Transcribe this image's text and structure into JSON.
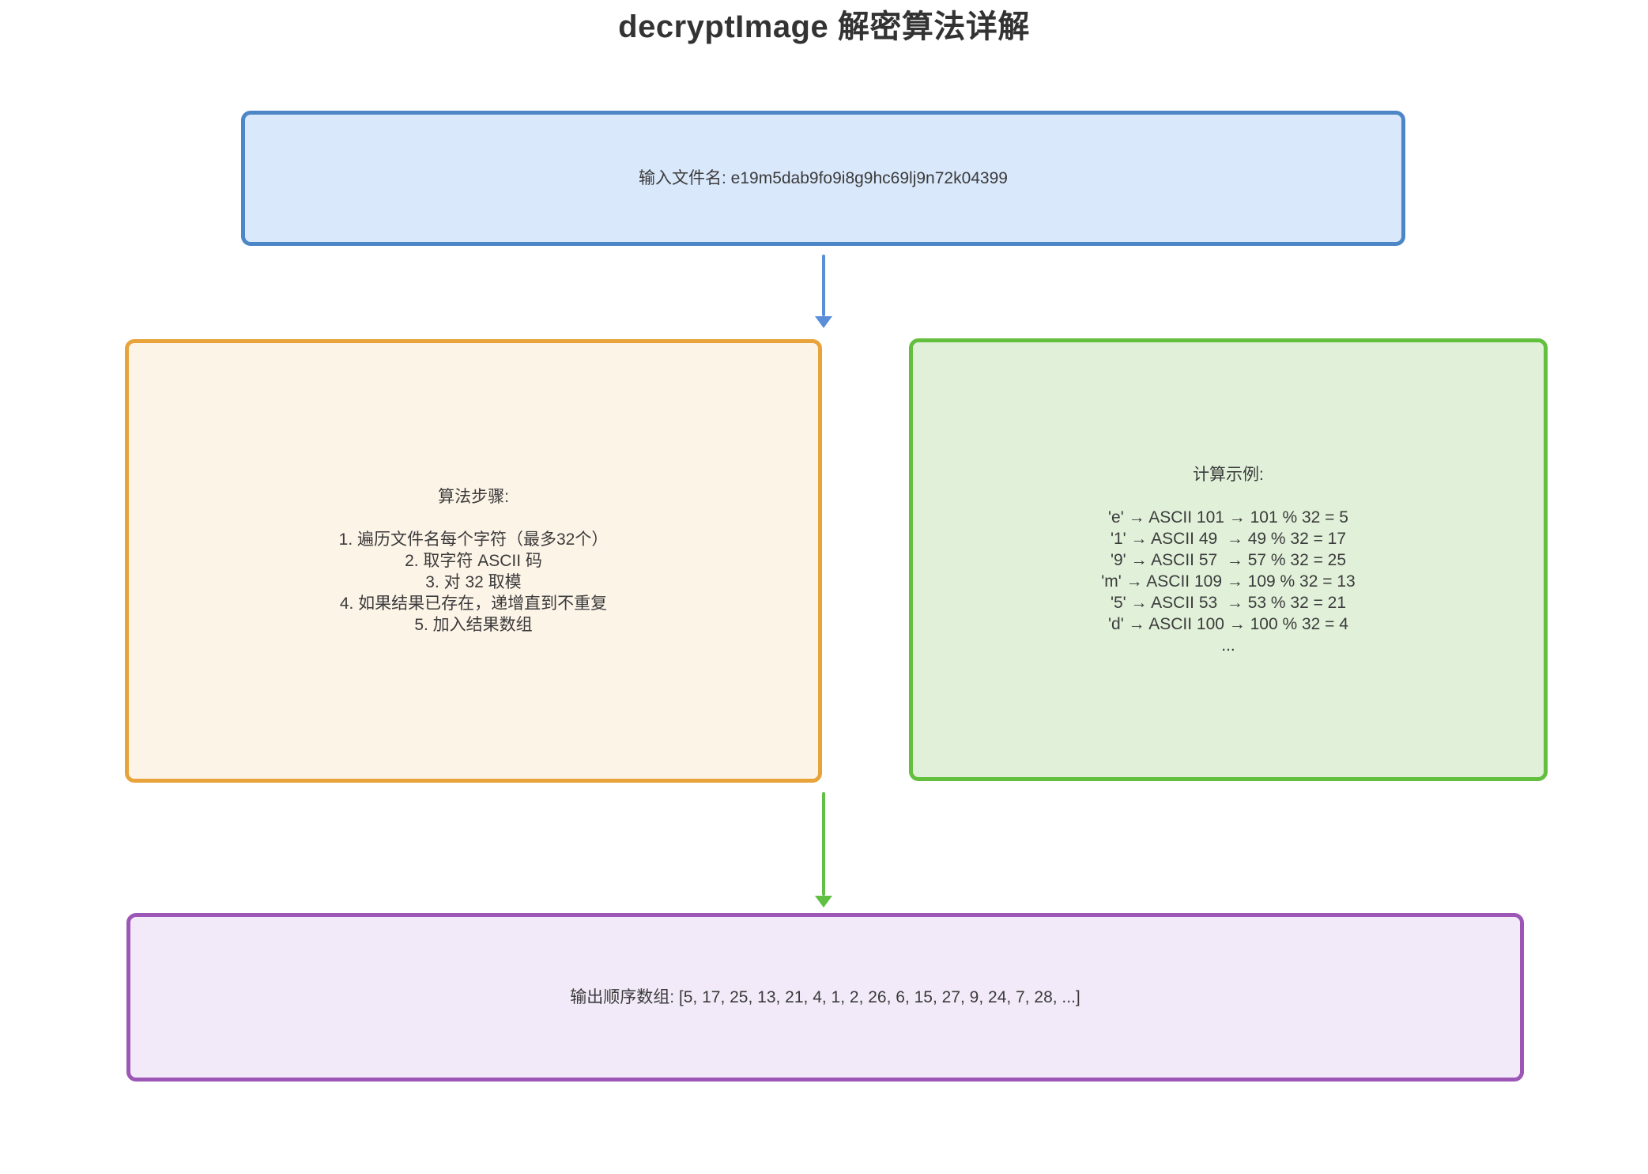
{
  "title": "decryptImage 解密算法详解",
  "colors": {
    "background": "#ffffff",
    "title_text": "#333333",
    "box_text": "#3b3b3b",
    "input_fill": "#d9e8fb",
    "input_border": "#4c86c7",
    "steps_fill": "#fdf4e8",
    "steps_border": "#e8a33b",
    "example_fill": "#e1f0d9",
    "example_border": "#63bf3e",
    "output_fill": "#f2eaf8",
    "output_border": "#9c57b6",
    "arrow_blue": "#5b8ed8",
    "arrow_green": "#5fc043"
  },
  "input_box": {
    "text": "输入文件名: e19m5dab9fo9i8g9hc69lj9n72k04399"
  },
  "steps_box": {
    "lines": [
      "算法步骤:",
      "",
      "1. 遍历文件名每个字符（最多32个）",
      "2. 取字符 ASCII 码",
      "3. 对 32 取模",
      "4. 如果结果已存在，递增直到不重复",
      "5. 加入结果数组"
    ]
  },
  "example_box": {
    "lines": [
      "计算示例:",
      "",
      "'e' → ASCII 101 → 101 % 32 = 5",
      "'1' → ASCII 49  → 49 % 32 = 17",
      "'9' → ASCII 57  → 57 % 32 = 25",
      "'m' → ASCII 109 → 109 % 32 = 13",
      "'5' → ASCII 53  → 53 % 32 = 21",
      "'d' → ASCII 100 → 100 % 32 = 4",
      "..."
    ]
  },
  "output_box": {
    "text": "输出顺序数组: [5, 17, 25, 13, 21, 4, 1, 2, 26, 6, 15, 27, 9, 24, 7, 28, ...]"
  }
}
